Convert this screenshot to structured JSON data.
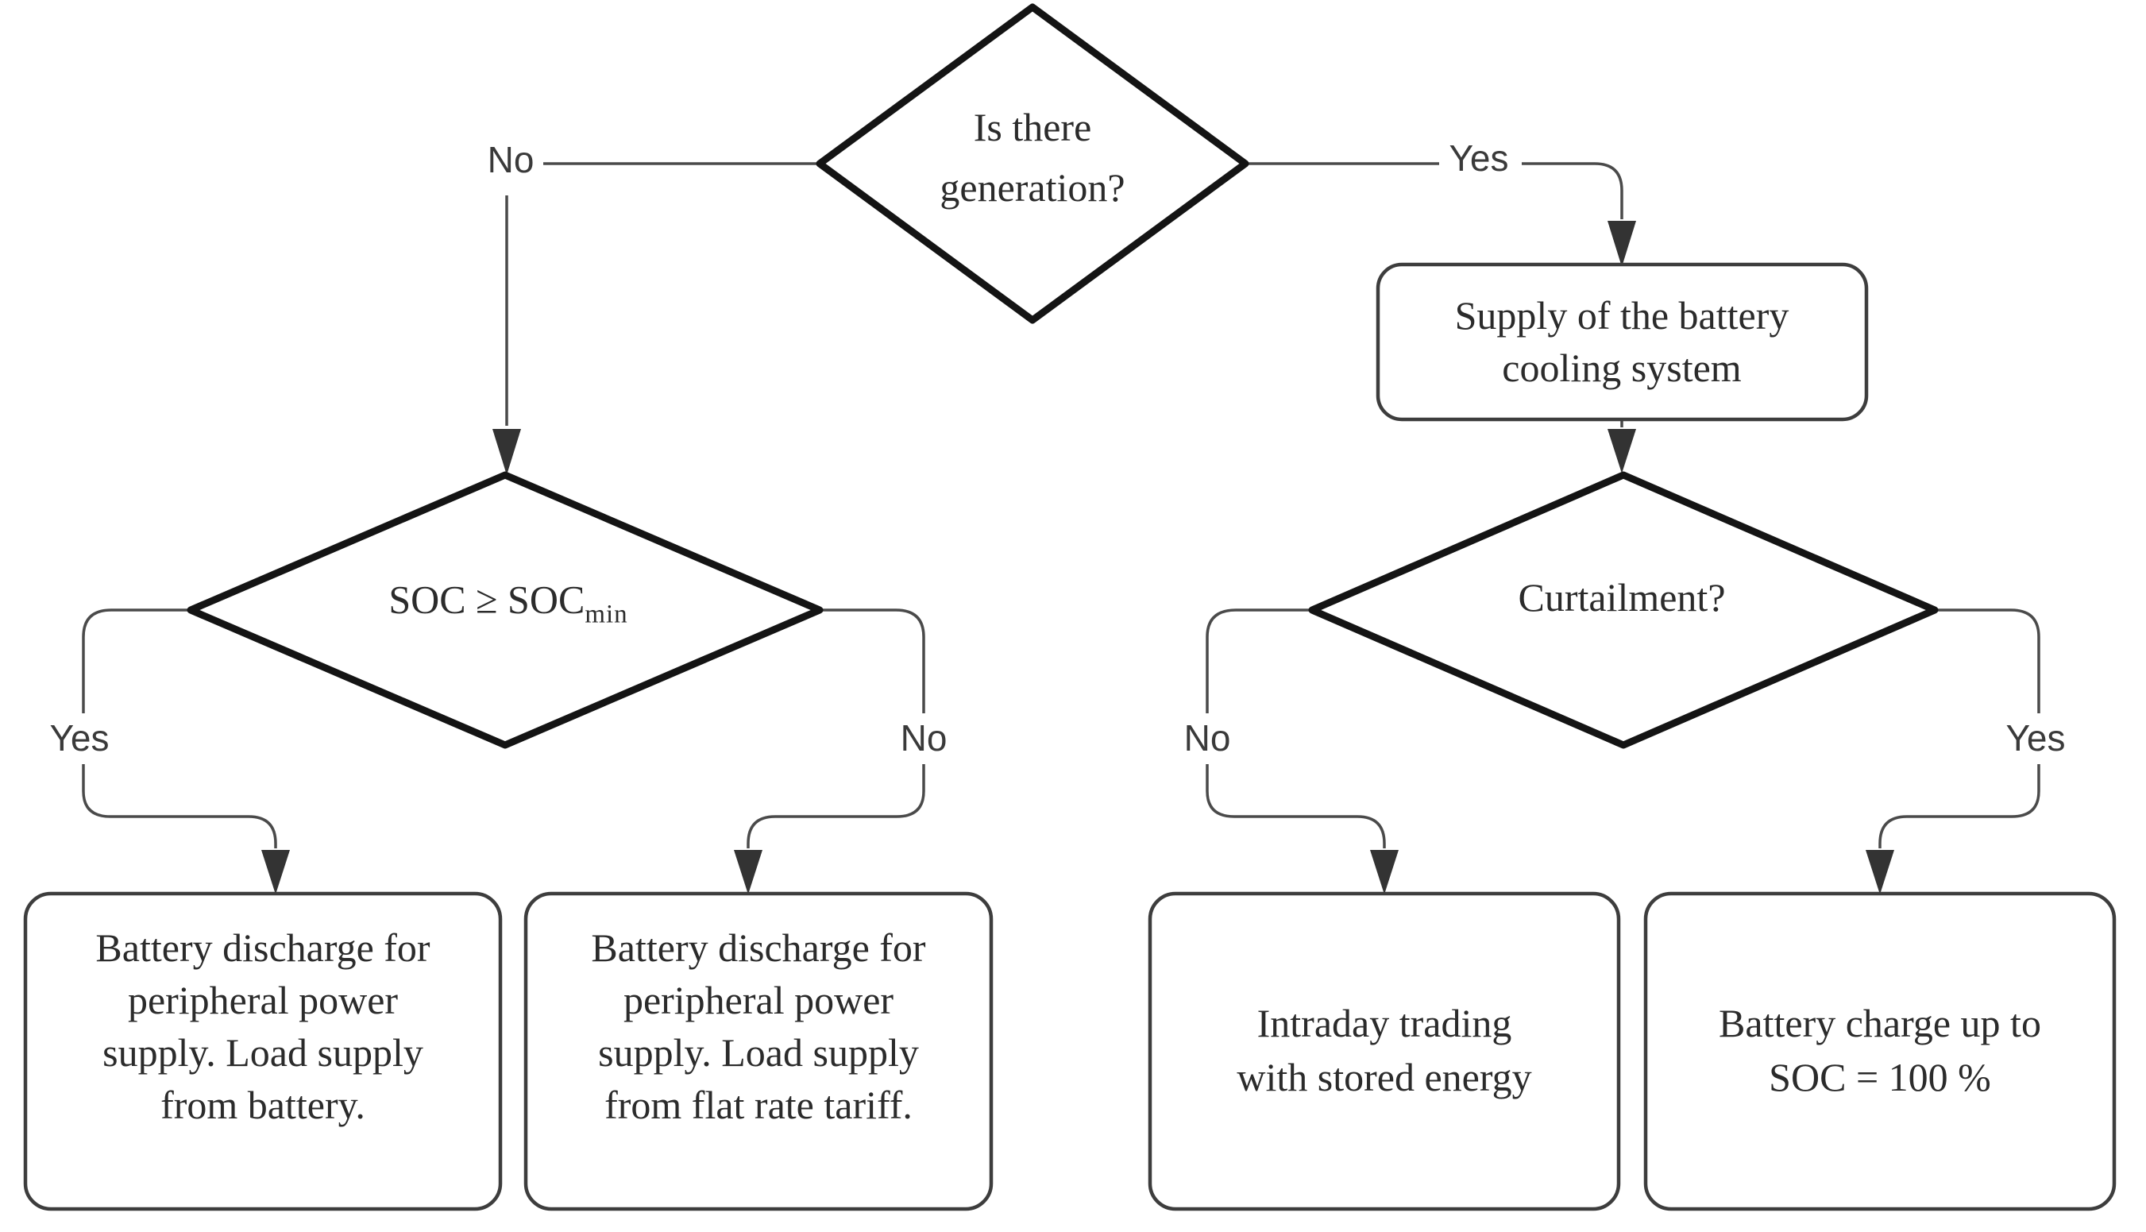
{
  "title": "Battery generation management flowchart",
  "colors": {
    "background": "#ffffff",
    "diamond_stroke": "#141414",
    "box_stroke": "#3d3d3d",
    "connector": "#4a4a4a",
    "text": "#2b2b2b",
    "edge_label_text": "#3a3a3a"
  },
  "nodes": {
    "generation": {
      "type": "decision",
      "lines": [
        "Is there",
        "generation?"
      ]
    },
    "soc": {
      "type": "decision",
      "label_main": "SOC ≥ SOC",
      "label_sub": "min"
    },
    "cooling": {
      "type": "process",
      "lines": [
        "Supply of the battery",
        "cooling system"
      ]
    },
    "curtailment": {
      "type": "decision",
      "lines": [
        "Curtailment?"
      ]
    },
    "discharge_battery": {
      "type": "process",
      "lines": [
        "Battery discharge for",
        "peripheral power",
        "supply. Load supply",
        "from battery."
      ]
    },
    "discharge_tariff": {
      "type": "process",
      "lines": [
        "Battery discharge for",
        "peripheral power",
        "supply. Load supply",
        "from flat rate tariff."
      ]
    },
    "intraday": {
      "type": "process",
      "lines": [
        "Intraday trading",
        "with stored energy"
      ]
    },
    "charge": {
      "type": "process",
      "lines": [
        "Battery charge up to",
        "SOC = 100 %"
      ]
    }
  },
  "edges": {
    "generation_no": "No",
    "generation_yes": "Yes",
    "soc_yes": "Yes",
    "soc_no": "No",
    "curtailment_no": "No",
    "curtailment_yes": "Yes"
  }
}
